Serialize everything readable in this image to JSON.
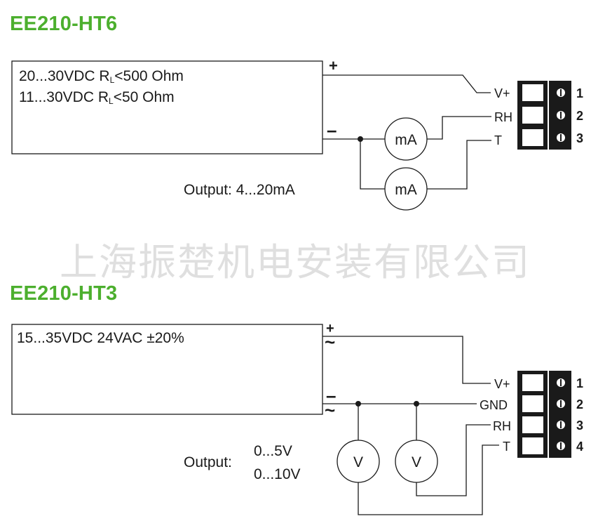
{
  "diagram_top": {
    "title": "EE210-HT6",
    "supply_line1_pre": "20...30VDC R",
    "supply_line1_sub": "L",
    "supply_line1_post": "<500 Ohm",
    "supply_line2_pre": "11...30VDC R",
    "supply_line2_sub": "L",
    "supply_line2_post": "<50 Ohm",
    "plus": "+",
    "minus": "–",
    "output_text": "Output: 4...20mA",
    "meter_label": "mA",
    "terminals": [
      {
        "label": "V+",
        "number": "1"
      },
      {
        "label": "RH",
        "number": "2"
      },
      {
        "label": "T",
        "number": "3"
      }
    ]
  },
  "watermark": "上海振楚机电安装有限公司",
  "diagram_bottom": {
    "title": "EE210-HT3",
    "supply_line1": "15...35VDC 24VAC ±20%",
    "plus": "+",
    "minus": "–",
    "tilde": "~",
    "output_label": "Output:",
    "output_value1": "0...5V",
    "output_value2": "0...10V",
    "meter_label": "V",
    "terminals": [
      {
        "label": "V+",
        "number": "1"
      },
      {
        "label": "GND",
        "number": "2"
      },
      {
        "label": "RH",
        "number": "3"
      },
      {
        "label": "T",
        "number": "4"
      }
    ]
  }
}
